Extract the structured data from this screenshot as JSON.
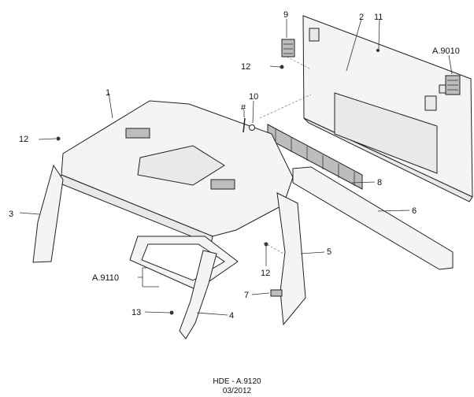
{
  "labels": {
    "p1": "1",
    "p2": "2",
    "p3": "3",
    "p4": "4",
    "p5": "5",
    "p6": "6",
    "p7": "7",
    "p8": "8",
    "p9": "9",
    "p10": "10",
    "p11": "11",
    "p12a": "12",
    "p12b": "12",
    "p12c": "12",
    "p13": "13",
    "hash": "#",
    "ref9010": "A.9010",
    "ref9110": "A.9110"
  },
  "footer": {
    "code": "HDE - A.9120",
    "date": "03/2012"
  }
}
